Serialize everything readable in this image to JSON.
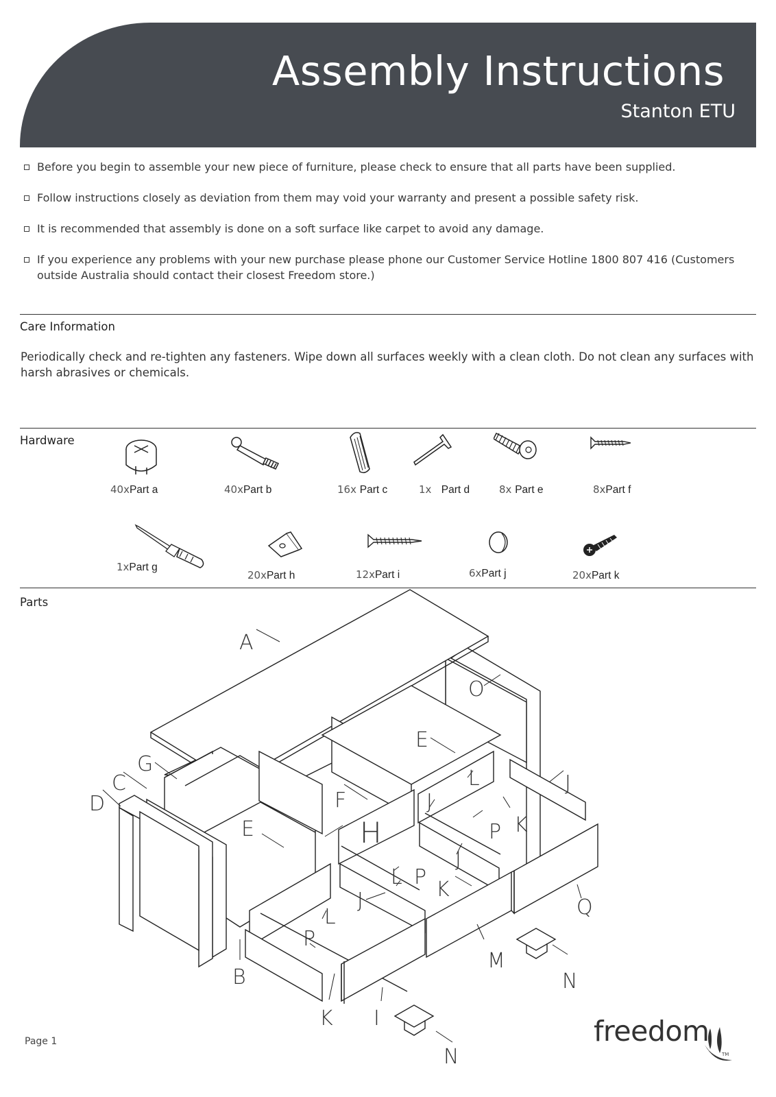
{
  "header": {
    "title": "Assembly Instructions",
    "subtitle": "Stanton ETU"
  },
  "bullets": [
    "Before you begin to assemble your new piece of furniture, please check to ensure that all parts have been supplied.",
    "Follow instructions closely as deviation from them may void your warranty and present a possible safety risk.",
    "It is recommended that assembly is done on a soft surface like carpet to avoid any damage.",
    "If you experience any problems with your new purchase please phone our Customer Service Hotline 1800 807 416 (Customers outside Australia should contact their closest Freedom store.)"
  ],
  "care": {
    "heading": "Care Information",
    "text": "Periodically check and re-tighten any fasteners. Wipe down all surfaces weekly with a clean cloth. Do not clean any surfaces with harsh abrasives or chemicals."
  },
  "hardware": {
    "heading": "Hardware",
    "items": [
      {
        "qty": "40x",
        "name": "Part a",
        "icon": "cam-lock-icon"
      },
      {
        "qty": "40x",
        "name": "Part b",
        "icon": "cam-bolt-icon"
      },
      {
        "qty": "16x",
        "name": "Part c",
        "icon": "dowel-icon"
      },
      {
        "qty": "1x",
        "name": "Part d",
        "icon": "allen-key-icon"
      },
      {
        "qty": "8x",
        "name": "Part e",
        "icon": "bolt-icon"
      },
      {
        "qty": "8x",
        "name": "Part f",
        "icon": "screw-icon"
      },
      {
        "qty": "1x",
        "name": "Part g",
        "icon": "screwdriver-icon"
      },
      {
        "qty": "20x",
        "name": "Part h",
        "icon": "corner-block-icon"
      },
      {
        "qty": "12x",
        "name": "Part i",
        "icon": "screw-icon"
      },
      {
        "qty": "6x",
        "name": "Part j",
        "icon": "cover-cap-icon"
      },
      {
        "qty": "20x",
        "name": "Part k",
        "icon": "wood-screw-icon"
      }
    ]
  },
  "parts": {
    "heading": "Parts",
    "labels": [
      "A",
      "O",
      "E",
      "G",
      "C",
      "D",
      "F",
      "J",
      "L",
      "J",
      "K",
      "P",
      "H",
      "E",
      "J",
      "L",
      "P",
      "K",
      "J",
      "L",
      "P",
      "Q",
      "B",
      "M",
      "N",
      "K",
      "I",
      "N"
    ]
  },
  "footer": {
    "page": "Page 1",
    "brand": "freedom",
    "tm": "TM"
  }
}
